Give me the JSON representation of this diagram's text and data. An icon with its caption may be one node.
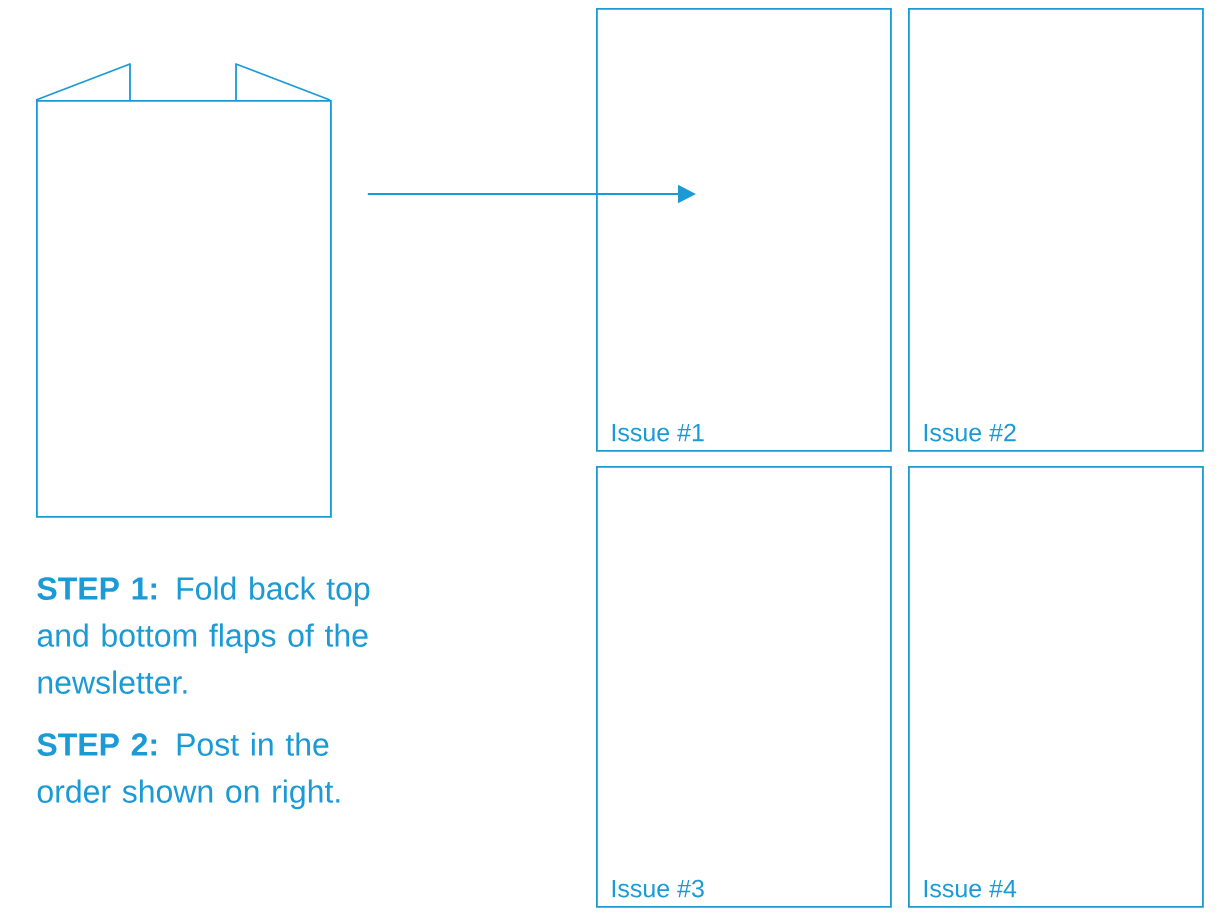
{
  "diagram": {
    "nodes": [
      {
        "text": [],
        "shape": "box"
      },
      {
        "text": [
          "Issue #1"
        ]
      },
      {
        "text": [
          "Issue #2"
        ]
      },
      {
        "text": [
          "Issue #3"
        ]
      },
      {
        "text": [
          "Issue #4"
        ]
      }
    ],
    "edges": [
      {
        "from": 0,
        "to": 1,
        "arrow": "to"
      }
    ],
    "labels": [
      "**STEP 1:** Fold back top and bottom flaps of the newsletter.",
      "**STEP 2:** Post in the order shown on right."
    ]
  }
}
